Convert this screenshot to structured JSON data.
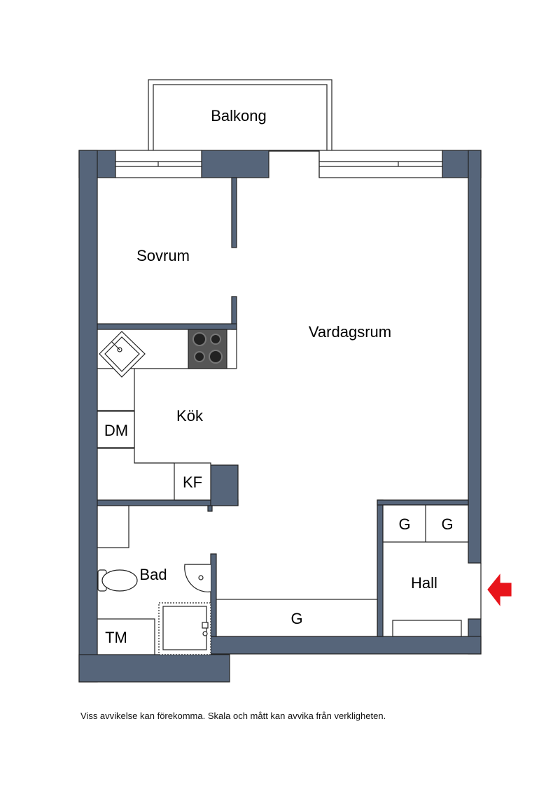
{
  "rooms": {
    "balcony": "Balkong",
    "bedroom": "Sovrum",
    "living_room": "Vardagsrum",
    "kitchen": "Kök",
    "bathroom": "Bad",
    "hall": "Hall"
  },
  "fixtures": {
    "dishwasher": "DM",
    "fridge_freezer": "KF",
    "washing_machine": "TM",
    "wardrobe_hall_1": "G",
    "wardrobe_hall_2": "G",
    "wardrobe_long": "G"
  },
  "entrance_arrow": {
    "icon": "entrance-arrow-icon",
    "color": "#e8141b"
  },
  "colors": {
    "wall": "#56657a",
    "line": "#222222"
  },
  "disclaimer": "Viss avvikelse kan förekomma. Skala och mått kan avvika från verkligheten."
}
